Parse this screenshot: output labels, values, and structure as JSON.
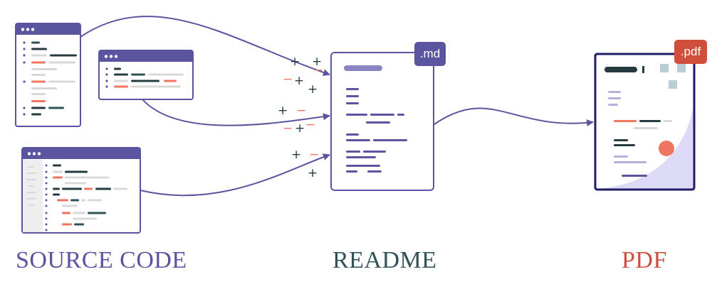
{
  "colors": {
    "purple": "#5b55a0",
    "dark": "#263b40",
    "coral": "#f07560",
    "light_gray": "#d8d8d8",
    "teal": "#2e5256",
    "pdf_red": "#cf4e3c",
    "pdf_fill": "#dcdaf7",
    "pdf_square": "#b8ced5"
  },
  "badges": {
    "md": ".md",
    "pdf": ".pdf"
  },
  "diff_signs": {
    "plus": "+",
    "minus": "−"
  },
  "captions": {
    "source": "SOURCE CODE",
    "readme": "README",
    "pdf": "PDF"
  },
  "icons": {
    "window_dots": "window-dots-icon",
    "arrow": "arrow-head-icon"
  }
}
